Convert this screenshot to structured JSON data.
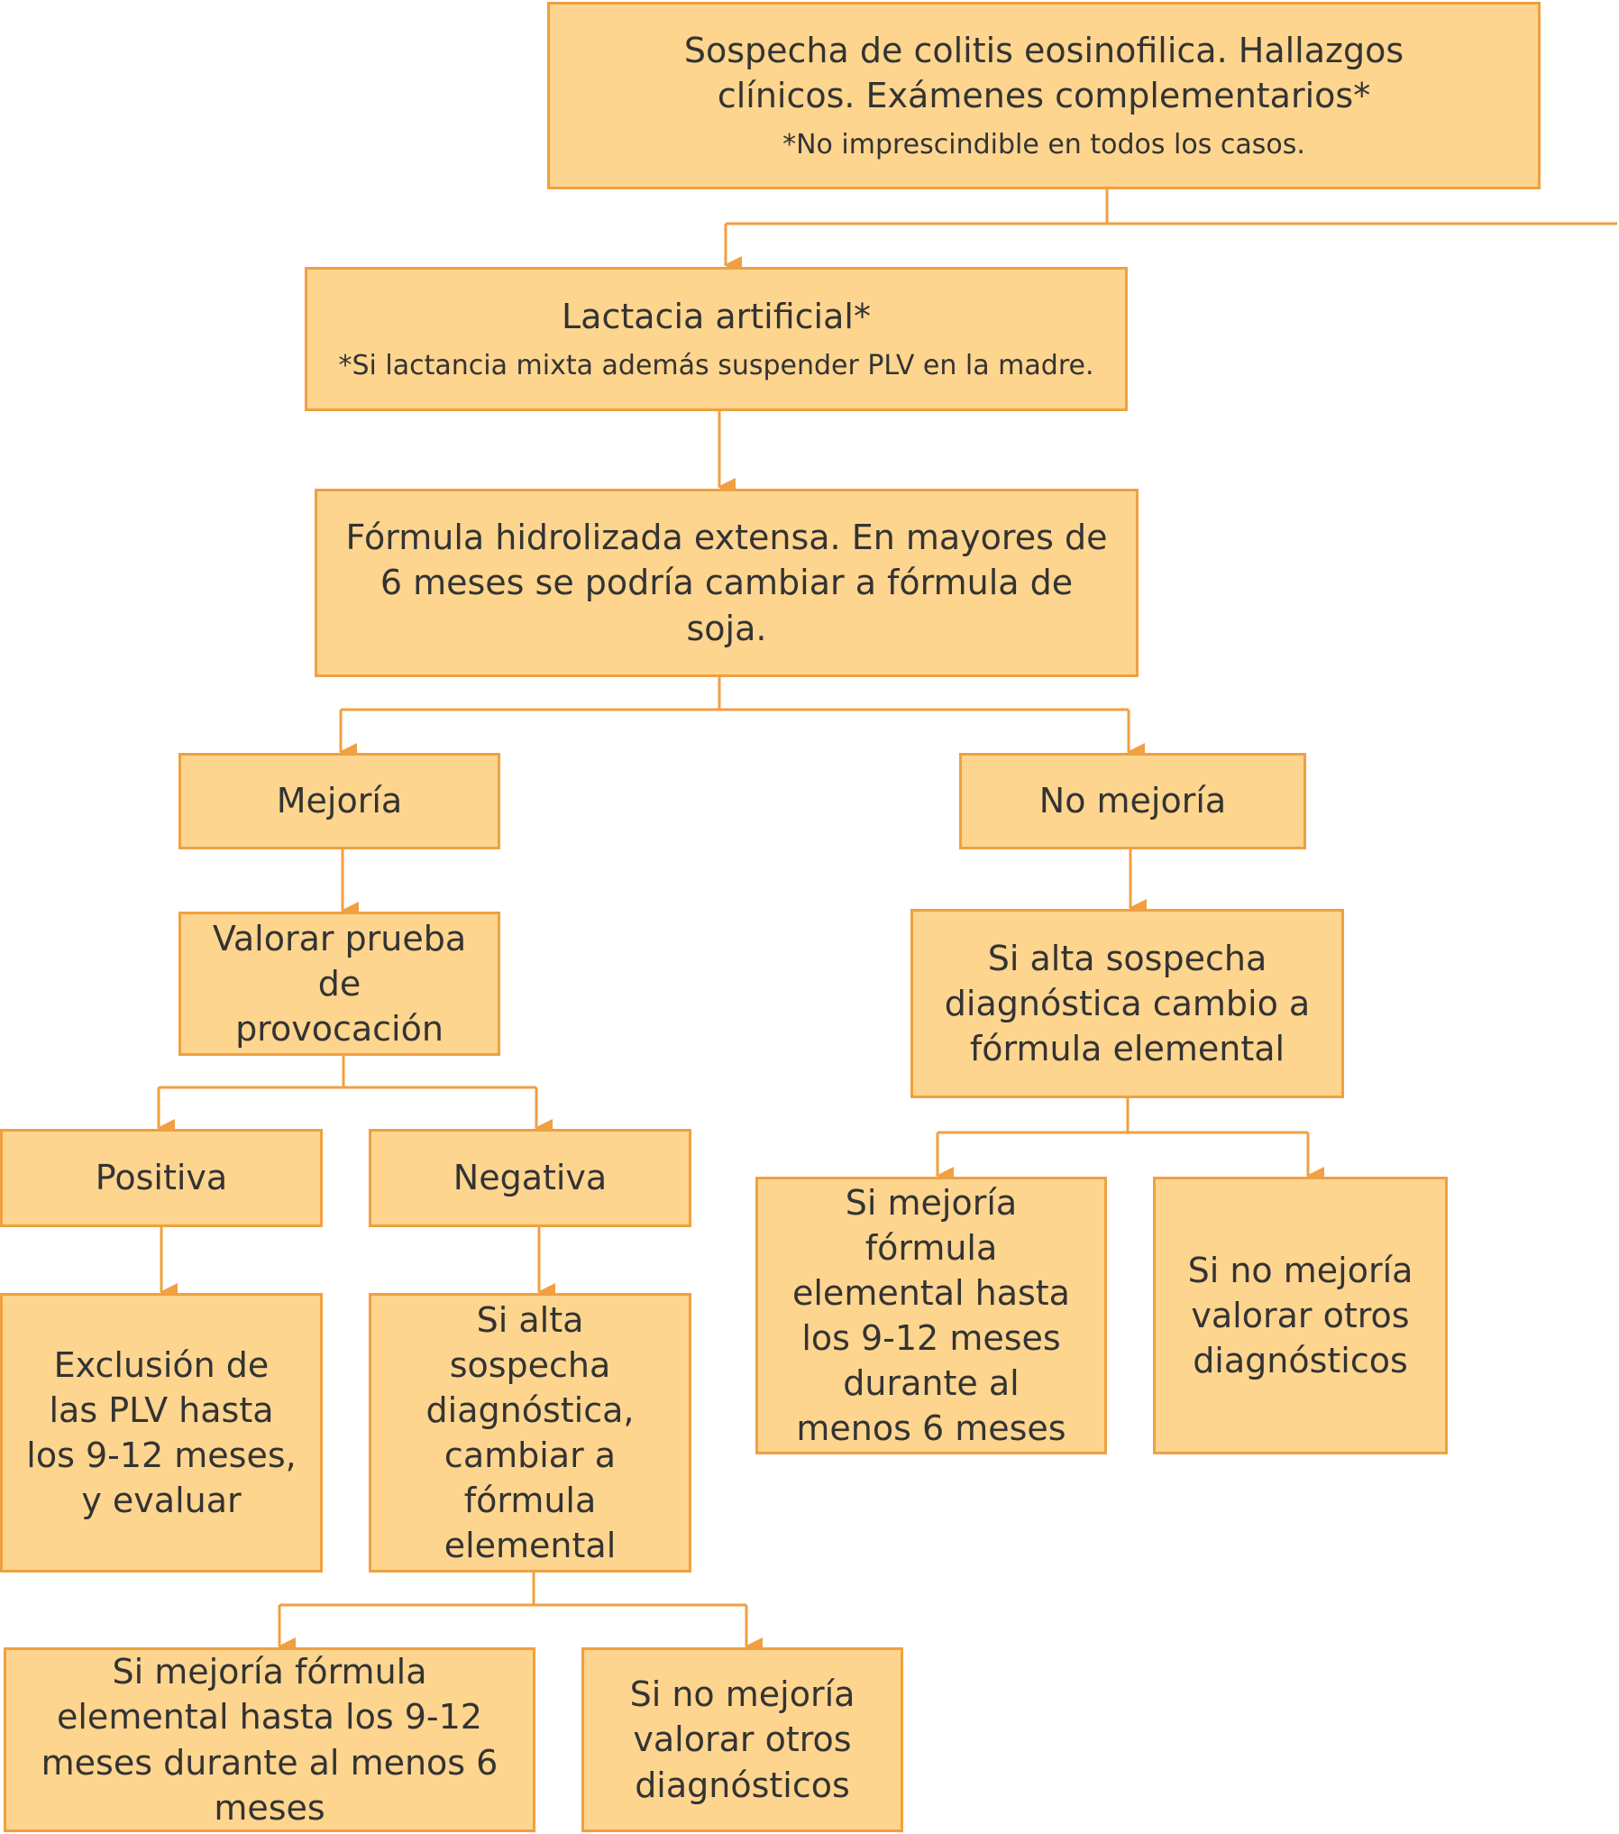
{
  "colors": {
    "box_fill": "#fdd58e",
    "box_border": "#f0a040",
    "connector": "#f0a040",
    "text": "#333333"
  },
  "nodes": {
    "sospecha": {
      "main": "Sospecha de colitis eosinofilica. Hallazgos clínicos. Exámenes complementarios*",
      "note": "*No imprescindible en todos los casos."
    },
    "lactancia": {
      "main": "Lactacia artificial*",
      "note": "*Si lactancia mixta además suspender PLV en la madre."
    },
    "formula_hidrolizada": {
      "main": "Fórmula hidrolizada extensa. En mayores de 6 meses se podría cambiar a fórmula de soja."
    },
    "mejoria": {
      "main": "Mejoría"
    },
    "no_mejoria": {
      "main": "No mejoría"
    },
    "valorar_prueba": {
      "main": "Valorar prueba de provocación"
    },
    "sospecha_elemental_derecha": {
      "main": "Si alta sospecha diagnóstica cambio a fórmula elemental"
    },
    "positiva": {
      "main": "Positiva"
    },
    "negativa": {
      "main": "Negativa"
    },
    "exclusion_plv": {
      "main": "Exclusión de las PLV hasta los 9-12 meses, y evaluar"
    },
    "sospecha_elemental_izquierda": {
      "main": "Si alta sospecha diagnóstica, cambiar a fórmula elemental"
    },
    "mejoria_elemental_derecha": {
      "main": "Si mejoría fórmula elemental hasta los 9-12 meses durante al menos 6 meses"
    },
    "otros_diagnosticos_derecha": {
      "main": "Si no mejoría valorar otros diagnósticos"
    },
    "mejoria_elemental_izquierda": {
      "main": "Si mejoría fórmula elemental hasta los 9-12 meses durante al menos 6 meses"
    },
    "otros_diagnosticos_izquierda": {
      "main": "Si no mejoría valorar otros diagnósticos"
    }
  }
}
